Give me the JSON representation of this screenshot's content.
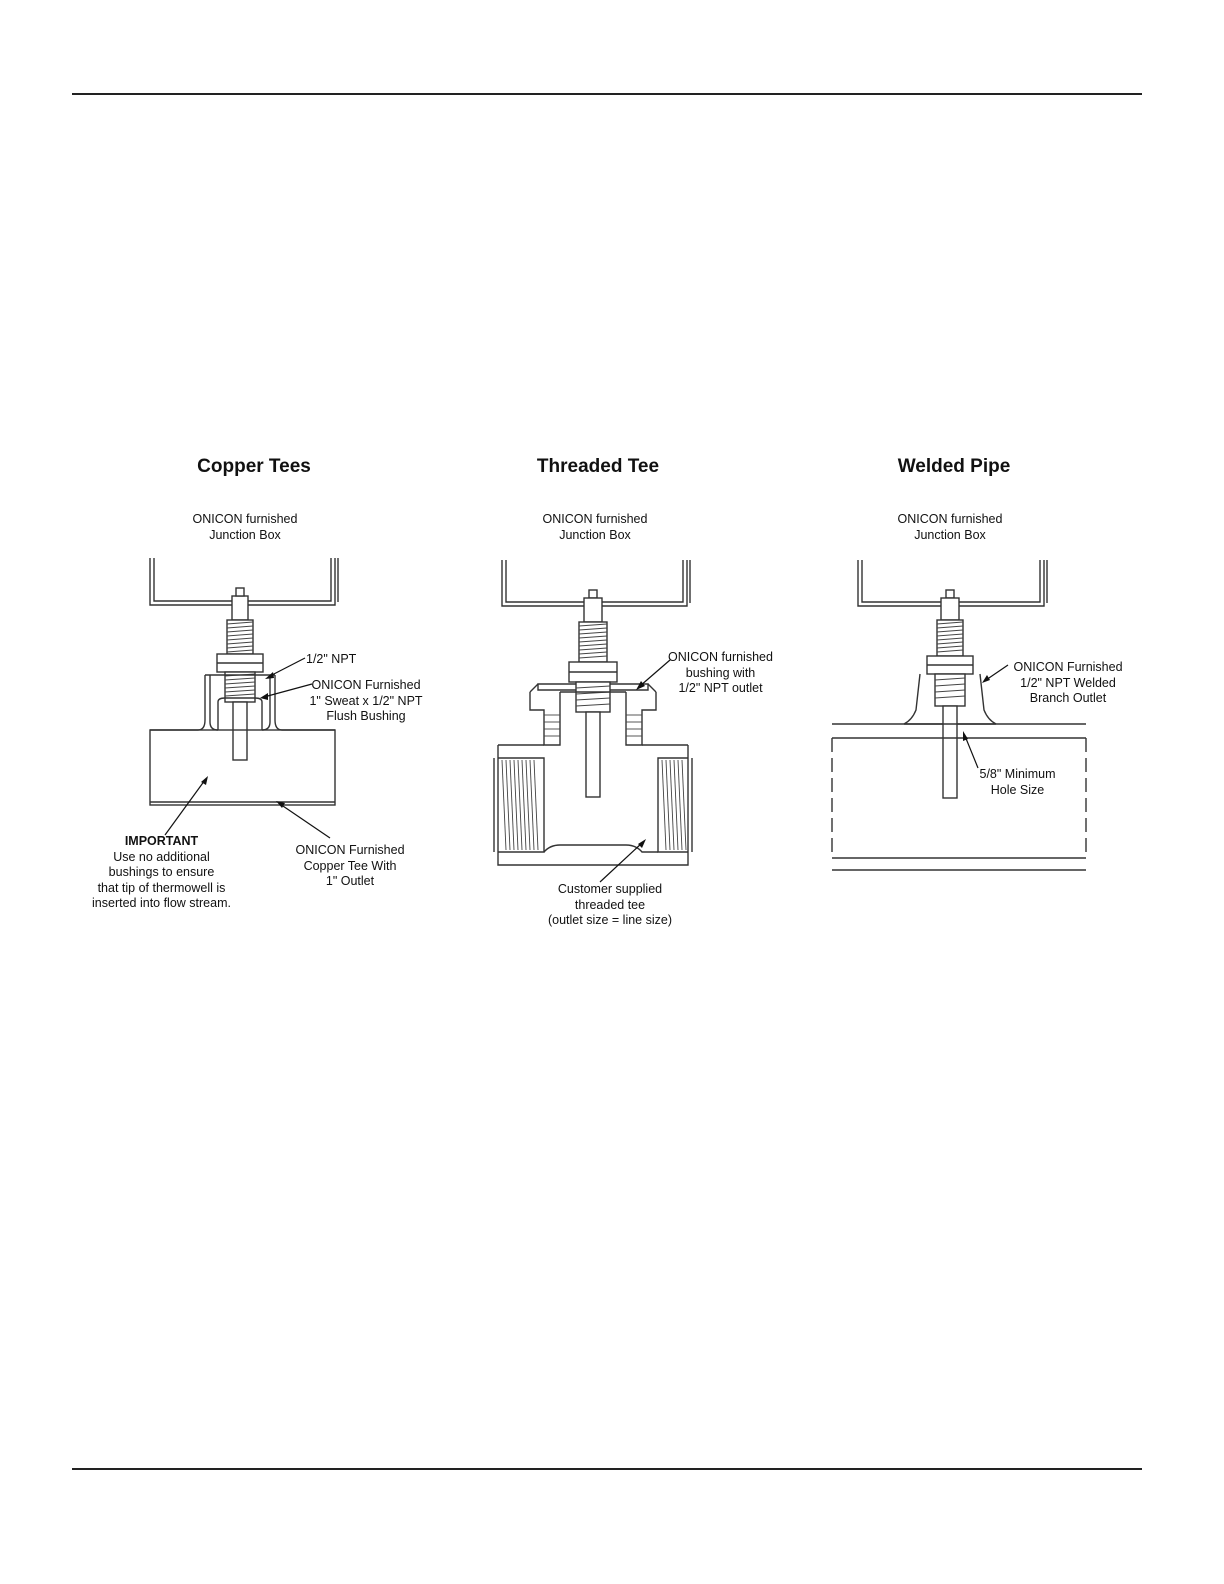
{
  "panels": {
    "copper": {
      "title": "Copper Tees",
      "junction_box_label": [
        "ONICON furnished",
        "Junction Box"
      ],
      "npt_label": "1/2\" NPT",
      "bushing_label": [
        "ONICON Furnished",
        "1\" Sweat x 1/2\" NPT",
        "Flush Bushing"
      ],
      "important_title": "IMPORTANT",
      "important_text": [
        "Use no additional",
        "bushings to ensure",
        "that tip of thermowell is",
        "inserted into flow stream."
      ],
      "tee_label": [
        "ONICON Furnished",
        "Copper Tee With",
        "1\" Outlet"
      ]
    },
    "threaded": {
      "title": "Threaded Tee",
      "junction_box_label": [
        "ONICON furnished",
        "Junction Box"
      ],
      "bushing_label": [
        "ONICON furnished",
        "bushing with",
        "1/2\" NPT outlet"
      ],
      "tee_label": [
        "Customer supplied",
        "threaded tee",
        "(outlet size = line size)"
      ]
    },
    "welded": {
      "title": "Welded Pipe",
      "junction_box_label": [
        "ONICON furnished",
        "Junction Box"
      ],
      "outlet_label": [
        "ONICON Furnished",
        "1/2\" NPT Welded",
        "Branch Outlet"
      ],
      "hole_label": [
        "5/8\" Minimum",
        "Hole Size"
      ]
    }
  }
}
